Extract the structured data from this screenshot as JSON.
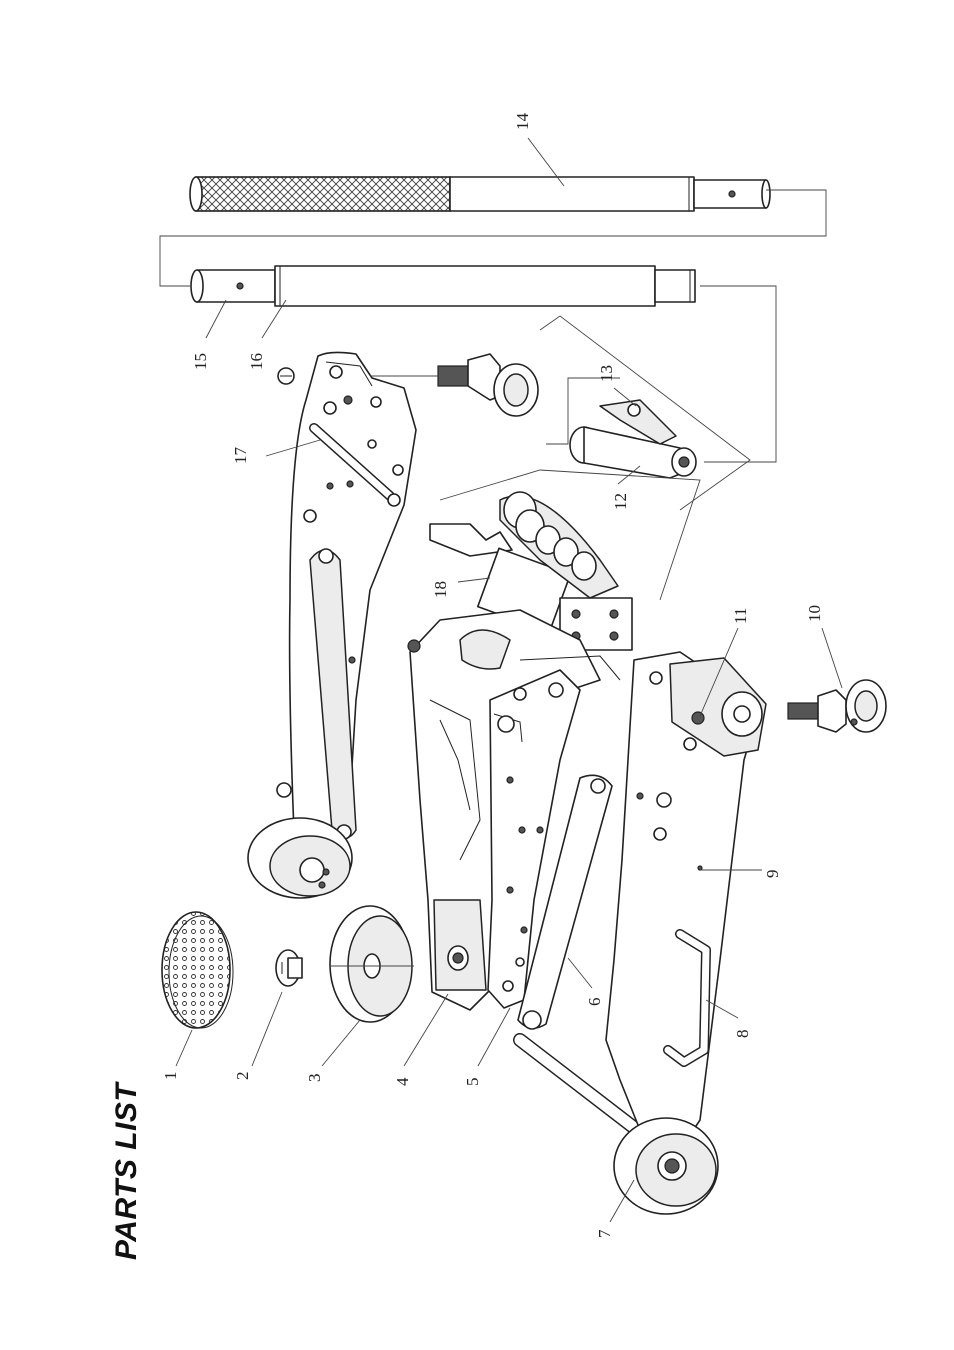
{
  "title": "PARTS LIST",
  "callouts": [
    "1",
    "2",
    "3",
    "4",
    "5",
    "6",
    "7",
    "8",
    "9",
    "10",
    "11",
    "12",
    "13",
    "14",
    "15",
    "16",
    "17",
    "18"
  ]
}
